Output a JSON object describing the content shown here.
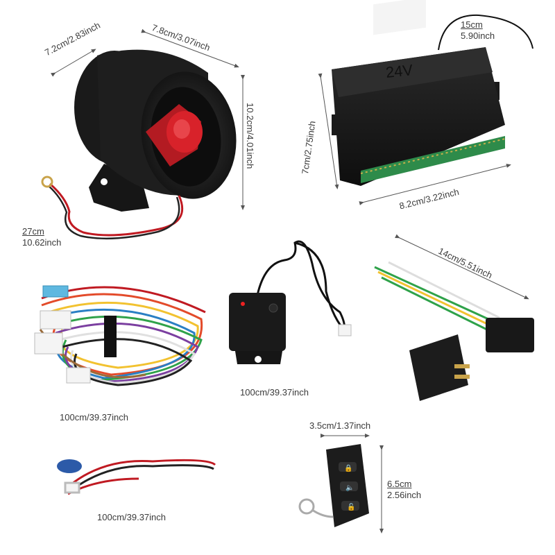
{
  "siren": {
    "depth_dim": "7.2cm/2.83inch",
    "diameter_dim": "7.8cm/3.07inch",
    "height_dim": "10.2cm/4.01inch",
    "cable_cm": "27cm",
    "cable_inch": "10.62inch"
  },
  "control_box": {
    "badge": "24V",
    "antenna_cm": "15cm",
    "antenna_inch": "5.90inch",
    "height_dim": "7cm/2.75inch",
    "width_dim": "8.2cm/3.22inch"
  },
  "wiring_harness": {
    "length_dim": "100cm/39.37inch"
  },
  "shock_sensor": {
    "length_dim": "100cm/39.37inch"
  },
  "relay": {
    "length_dim": "14cm/5.51inch"
  },
  "led_cable": {
    "length_dim": "100cm/39.37inch"
  },
  "remote": {
    "width_dim": "3.5cm/1.37inch",
    "height_cm": "6.5cm",
    "height_inch": "2.56inch"
  },
  "colors": {
    "body_black": "#1c1c1c",
    "siren_red": "#d8222a",
    "led_green": "#2e8b4a",
    "dim_line": "#555555",
    "background": "#ffffff"
  }
}
